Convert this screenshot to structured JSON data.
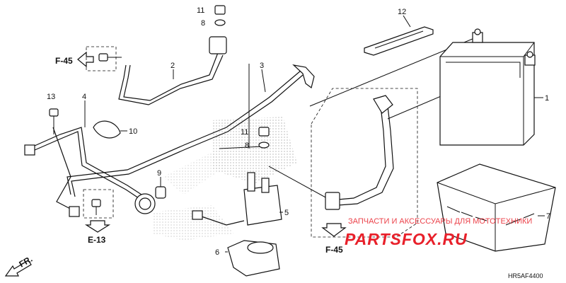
{
  "callouts": {
    "p1": "1",
    "p2": "2",
    "p3": "3",
    "p4": "4",
    "p5": "5",
    "p6": "6",
    "p7": "7",
    "p8a": "8",
    "p8b": "8",
    "p9": "9",
    "p10": "10",
    "p11a": "11",
    "p11b": "11",
    "p12": "12",
    "p13": "13"
  },
  "references": {
    "f45_top": "F-45",
    "f45_bottom": "F-45",
    "e13": "E-13",
    "fr": "FR."
  },
  "watermark": {
    "caption": "ЗАПЧАСТИ И АКСЕССУАРЫ ДЛЯ МОТОТЕХНИКИ",
    "brand": "PARTSFOX.RU"
  },
  "diagram_code": "HR5AF4400",
  "colors": {
    "ink": "#111111",
    "watermark_red": "#e8202a",
    "halftone": "#d9d9d9"
  }
}
